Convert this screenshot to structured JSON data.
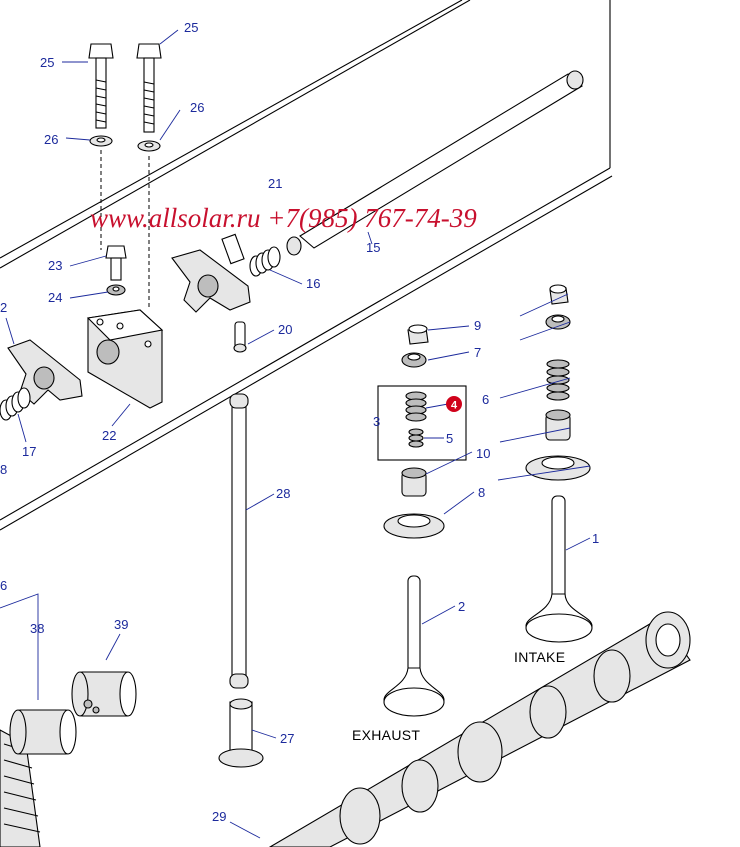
{
  "diagram": {
    "watermark": "www.allsolar.ru +7(985) 767-74-39",
    "captions": {
      "intake": "INTAKE",
      "exhaust": "EXHAUST"
    },
    "callouts": [
      {
        "id": "c25a",
        "text": "25"
      },
      {
        "id": "c25b",
        "text": "25"
      },
      {
        "id": "c26a",
        "text": "26"
      },
      {
        "id": "c26b",
        "text": "26"
      },
      {
        "id": "c21",
        "text": "21"
      },
      {
        "id": "c15",
        "text": "15"
      },
      {
        "id": "c23",
        "text": "23"
      },
      {
        "id": "c24",
        "text": "24"
      },
      {
        "id": "c16",
        "text": "16"
      },
      {
        "id": "c20",
        "text": "20"
      },
      {
        "id": "c2l",
        "text": "2"
      },
      {
        "id": "c22",
        "text": "22"
      },
      {
        "id": "c17",
        "text": "17"
      },
      {
        "id": "c18",
        "text": "8"
      },
      {
        "id": "c9",
        "text": "9"
      },
      {
        "id": "c7",
        "text": "7"
      },
      {
        "id": "c6",
        "text": "6"
      },
      {
        "id": "c3",
        "text": "3"
      },
      {
        "id": "c4",
        "text": "4"
      },
      {
        "id": "c5",
        "text": "5"
      },
      {
        "id": "c10",
        "text": "10"
      },
      {
        "id": "c8",
        "text": "8"
      },
      {
        "id": "c1",
        "text": "1"
      },
      {
        "id": "c2",
        "text": "2"
      },
      {
        "id": "c28",
        "text": "28"
      },
      {
        "id": "c27",
        "text": "27"
      },
      {
        "id": "c29",
        "text": "29"
      },
      {
        "id": "c38",
        "text": "38"
      },
      {
        "id": "c39",
        "text": "39"
      },
      {
        "id": "c36",
        "text": "6"
      }
    ]
  }
}
